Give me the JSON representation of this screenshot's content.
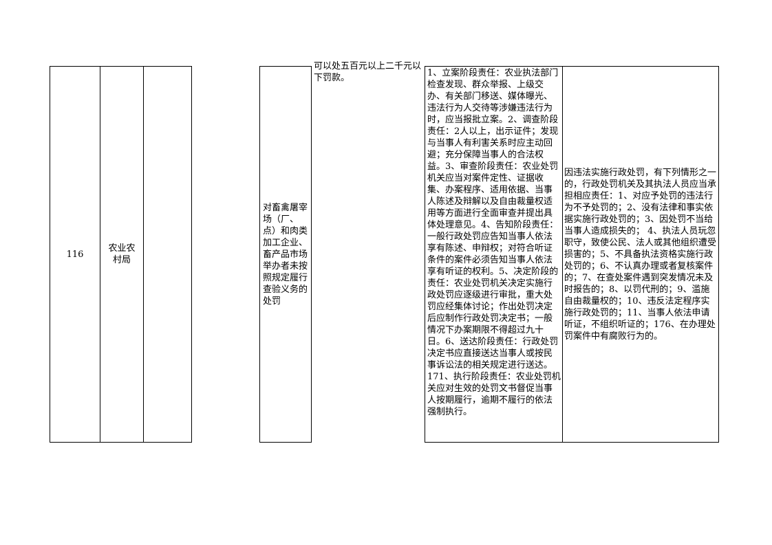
{
  "row": {
    "number": "116",
    "department": "农业农村局",
    "item_name": "对畜禽屠宰场（厂、点）和肉类加工企业、畜产品市场举办者未按照规定履行查验义务的处罚",
    "basis_tail": "可以处五百元以上二千元以下罚款。",
    "responsibilities": "1、立案阶段责任：农业执法部门检查发现、群众举报、上级交办、有关部门移送、媒体曝光、违法行为人交待等涉嫌违法行为时，应当报批立案。2、调查阶段责任：2人以上，出示证件；发现与当事人有利害关系时应主动回避；充分保障当事人的合法权益。3、审查阶段责任：农业处罚机关应当对案件定性、证据收集、办案程序、适用依据、当事人陈述及辩解以及自由裁量权适用等方面进行全面审查并提出具体处理意见。4、告知阶段责任：一般行政处罚应告知当事人依法享有陈述、申辩权；对符合听证条件的案件必须告知当事人依法享有听证的权利。5、决定阶段的责任：农业处罚机关决定实施行政处罚应逐级进行审批，重大处罚应经集体讨论；作出处罚决定后应制作行政处罚决定书；一般情况下办案期限不得超过九十日。6、送达阶段责任：行政处罚决定书应直接送达当事人或按民事诉讼法的相关规定进行送达。 171、执行阶段责任：农业处罚机关应对生效的处罚文书督促当事人按期履行，逾期不履行的依法强制执行。",
    "liabilities": "因违法实施行政处罚，有下列情形之一的，行政处罚机关及其执法人员应当承担相应责任：1、对应予处罚的违法行为不予处罚的；2、没有法律和事实依据实施行政处罚的；3、因处罚不当给当事人造成损失的； 4、执法人员玩忽职守，致使公民、法人或其他组织遭受损害的；5、不具备执法资格实施行政处罚的；6、不认真办理或者复核案件的；7、在查处案件遇到突发情况未及时报告的；8、以罚代刑的；9、滥施自由裁量权的；10、违反法定程序实施行政处罚的；11、当事人依法申请听证，不组织听证的；176、在办理处罚案件中有腐败行为的。"
  }
}
